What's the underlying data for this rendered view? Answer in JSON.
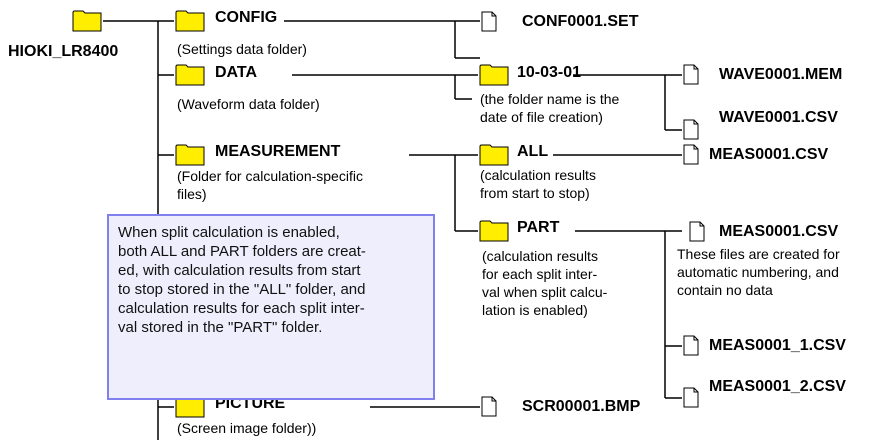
{
  "root": {
    "name": "HIOKI_LR8400"
  },
  "folders": {
    "config": {
      "name": "CONFIG",
      "desc": "(Settings data folder)"
    },
    "data": {
      "name": "DATA",
      "desc": "(Waveform data folder)"
    },
    "measurement": {
      "name": "MEASUREMENT",
      "desc_lines": [
        "(Folder for calculation-specific",
        "files)"
      ]
    },
    "picture": {
      "name": "PICTURE",
      "desc": "(Screen image folder))"
    },
    "date_folder": {
      "name": "10-03-01",
      "desc_lines": [
        "(the folder name is the",
        "date of file creation)"
      ]
    },
    "all": {
      "name": "ALL",
      "desc_lines": [
        "(calculation results",
        "from start to stop)"
      ]
    },
    "part": {
      "name": "PART",
      "desc_lines": [
        "(calculation results",
        "for each split inter-",
        "val when split calcu-",
        "lation is enabled)"
      ]
    }
  },
  "files": {
    "conf": "CONF0001.SET",
    "wave_mem": "WAVE0001.MEM",
    "wave_csv": "WAVE0001.CSV",
    "meas_all": "MEAS0001.CSV",
    "meas_part": "MEAS0001.CSV",
    "meas_part_1": "MEAS0001_1.CSV",
    "meas_part_2": "MEAS0001_2.CSV",
    "scr": "SCR00001.BMP"
  },
  "part_files_note": [
    "These files are created for",
    "automatic numbering, and",
    "contain no data"
  ],
  "callout_lines": [
    "When split calculation is enabled,",
    "both ALL and PART folders are creat-",
    "ed, with calculation results from start",
    "to stop stored in the \"ALL\" folder, and",
    "calculation results for each split inter-",
    "val stored in the \"PART\" folder."
  ],
  "colors": {
    "folder_fill": "#ffee00",
    "callout_border": "#8080ee",
    "callout_fill": "#eeeefc"
  }
}
